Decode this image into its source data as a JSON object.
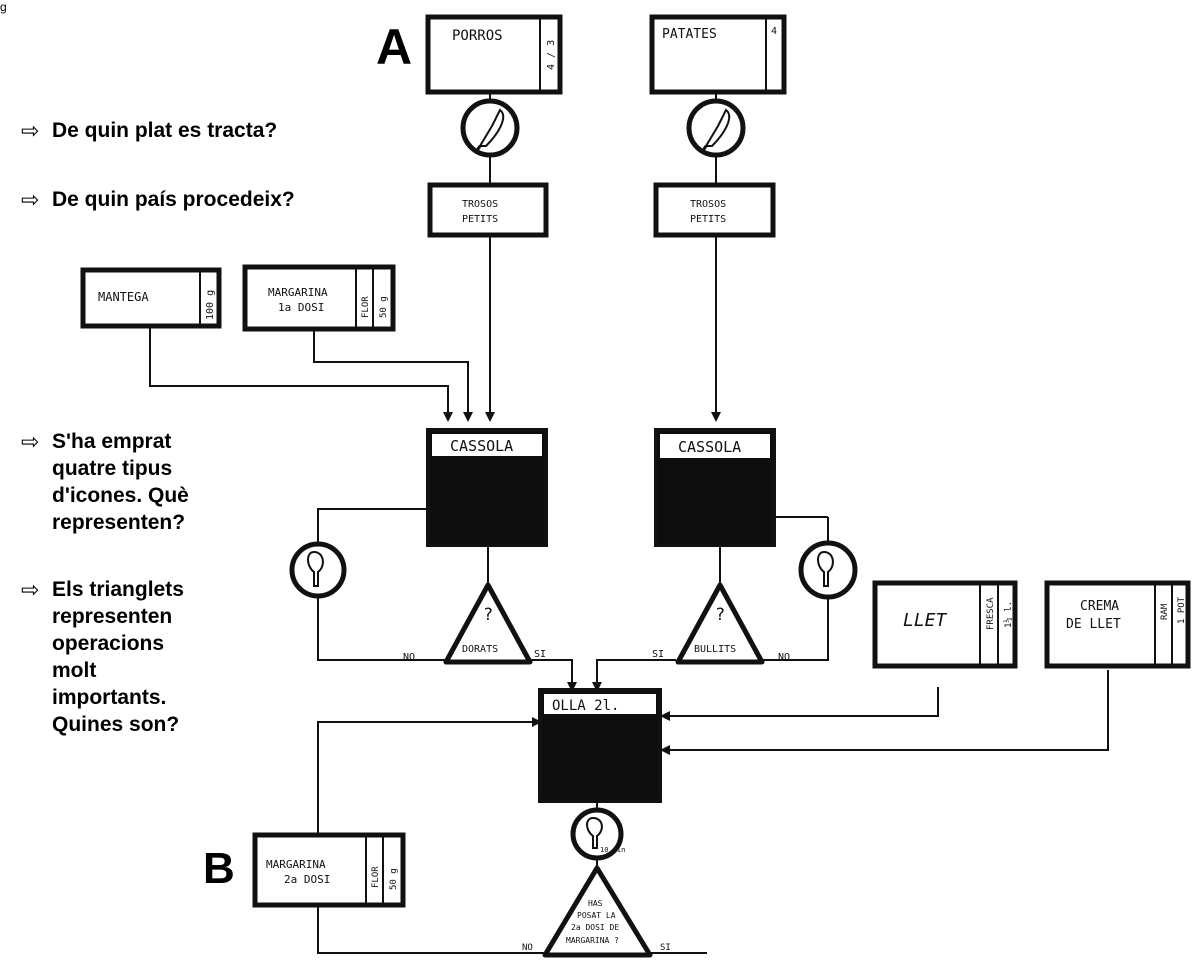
{
  "corner_text": "g",
  "step_labels": {
    "a": "A",
    "b": "B"
  },
  "questions": [
    {
      "arrow": "⇨",
      "lines": [
        "De quin plat es tracta?"
      ]
    },
    {
      "arrow": "⇨",
      "lines": [
        "De quin país procedeix?"
      ]
    },
    {
      "arrow": "⇨",
      "lines": [
        "S'ha emprat",
        "quatre tipus",
        "d'icones. Què",
        "representen?"
      ]
    },
    {
      "arrow": "⇨",
      "lines": [
        "Els trianglets",
        "representen",
        "operacions",
        "molt",
        "importants.",
        "Quines son?"
      ]
    }
  ],
  "ingredients": {
    "porros": {
      "name": "PORROS",
      "qty": "4 / 3"
    },
    "patates": {
      "name": "PATATES",
      "qty": "4"
    },
    "mantega": {
      "name": "MANTEGA",
      "qty": "100 g"
    },
    "margarina1": {
      "name_lines": [
        "MARGARINA",
        "1a DOSI"
      ],
      "tag": "FLOR",
      "qty": "50 g"
    },
    "llet": {
      "name": "LLET",
      "tag": "FRESCA",
      "qty": "1½ l."
    },
    "crema": {
      "name_lines": [
        "CREMA",
        "DE LLET"
      ],
      "tag": "RAM",
      "qty": "1 POT"
    },
    "margarina2": {
      "name_lines": [
        "MARGARINA",
        "2a DOSI"
      ],
      "tag": "FLOR",
      "qty": "50 g"
    }
  },
  "cut_results": {
    "left": [
      "TROSOS",
      "PETITS"
    ],
    "right": [
      "TROSOS",
      "PETITS"
    ]
  },
  "containers": {
    "cassola_left": "CASSOLA",
    "cassola_right": "CASSOLA",
    "olla": "OLLA 2l."
  },
  "decisions": {
    "dorats": {
      "mark": "?",
      "text": "DORATS",
      "no": "NO",
      "si": "SI"
    },
    "bullits": {
      "mark": "?",
      "text": "BULLITS",
      "no": "NO",
      "si": "SI"
    },
    "final": {
      "lines": [
        "HAS",
        "POSAT LA",
        "2a DOSI DE",
        "MARGARINA ?"
      ],
      "no": "NO",
      "si": "SI"
    }
  },
  "timer_label": "10 min",
  "colors": {
    "ink": "#111111",
    "paper": "#ffffff",
    "fill": "#0d0d0d"
  },
  "icons": {
    "cut": "knife-icon",
    "cook": "spoon-icon"
  }
}
